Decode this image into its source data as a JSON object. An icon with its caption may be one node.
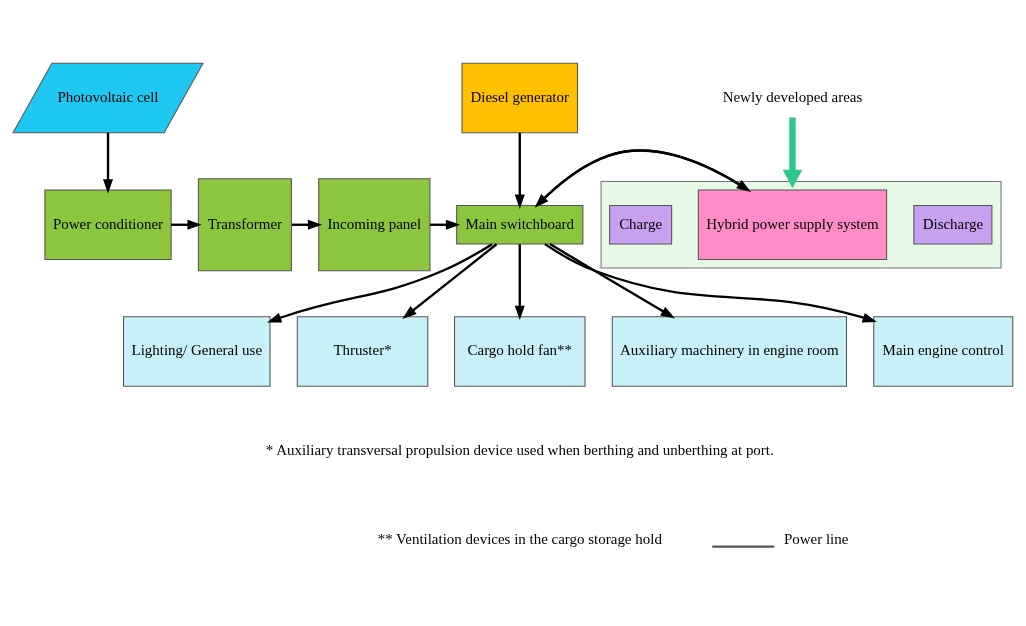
{
  "diagram": {
    "nodes": [
      {
        "text": [
          "Photovoltaic cell"
        ]
      },
      {
        "text": [
          "Power conditioner"
        ]
      },
      {
        "text": [
          "Transformer"
        ]
      },
      {
        "text": [
          "Incoming panel"
        ]
      },
      {
        "text": [
          "Diesel generator"
        ]
      },
      {
        "text": [
          "Main switchboard"
        ]
      },
      {
        "text": [
          "Newly developed areas"
        ]
      },
      {
        "text": [],
        "shape": "box"
      },
      {
        "text": [
          "Discharge"
        ],
        "in": 7
      },
      {
        "text": [
          "Hybrid power supply system"
        ],
        "in": 7
      },
      {
        "text": [
          "Charge"
        ],
        "in": 7
      },
      {
        "text": [
          "Lighting/ General use"
        ]
      },
      {
        "text": [
          "Thruster*"
        ]
      },
      {
        "text": [
          "Cargo hold fan**"
        ]
      },
      {
        "text": [
          "Auxiliary machinery in engine room"
        ]
      },
      {
        "text": [
          "Main engine control"
        ]
      }
    ],
    "edges": [
      {
        "from": 0,
        "to": 1,
        "arrow": "to"
      },
      {
        "from": 1,
        "to": 2,
        "arrow": "to"
      },
      {
        "from": 2,
        "to": 3,
        "arrow": "to"
      },
      {
        "from": 3,
        "to": 5,
        "arrow": "to"
      },
      {
        "from": 4,
        "to": 5,
        "arrow": "to"
      },
      {
        "from": 9,
        "to": 5,
        "arrow": "to"
      },
      {
        "from": 5,
        "to": 9,
        "arrow": "to"
      },
      {
        "from": 6,
        "to": 7,
        "arrow": "to",
        "style": "thick",
        "color": "#2ec88c"
      },
      {
        "from": 5,
        "to": 11,
        "arrow": "to"
      },
      {
        "from": 5,
        "to": 12,
        "arrow": "to"
      },
      {
        "from": 5,
        "to": 13,
        "arrow": "to"
      },
      {
        "from": 5,
        "to": 14,
        "arrow": "to"
      },
      {
        "from": 5,
        "to": 15,
        "arrow": "to"
      }
    ],
    "labels": [
      "* Auxiliary transversal propulsion device used when berthing and unberthing at port.",
      "** Ventilation devices in the cargo storage hold"
    ],
    "legend": [
      {
        "text": "Power line"
      }
    ]
  }
}
